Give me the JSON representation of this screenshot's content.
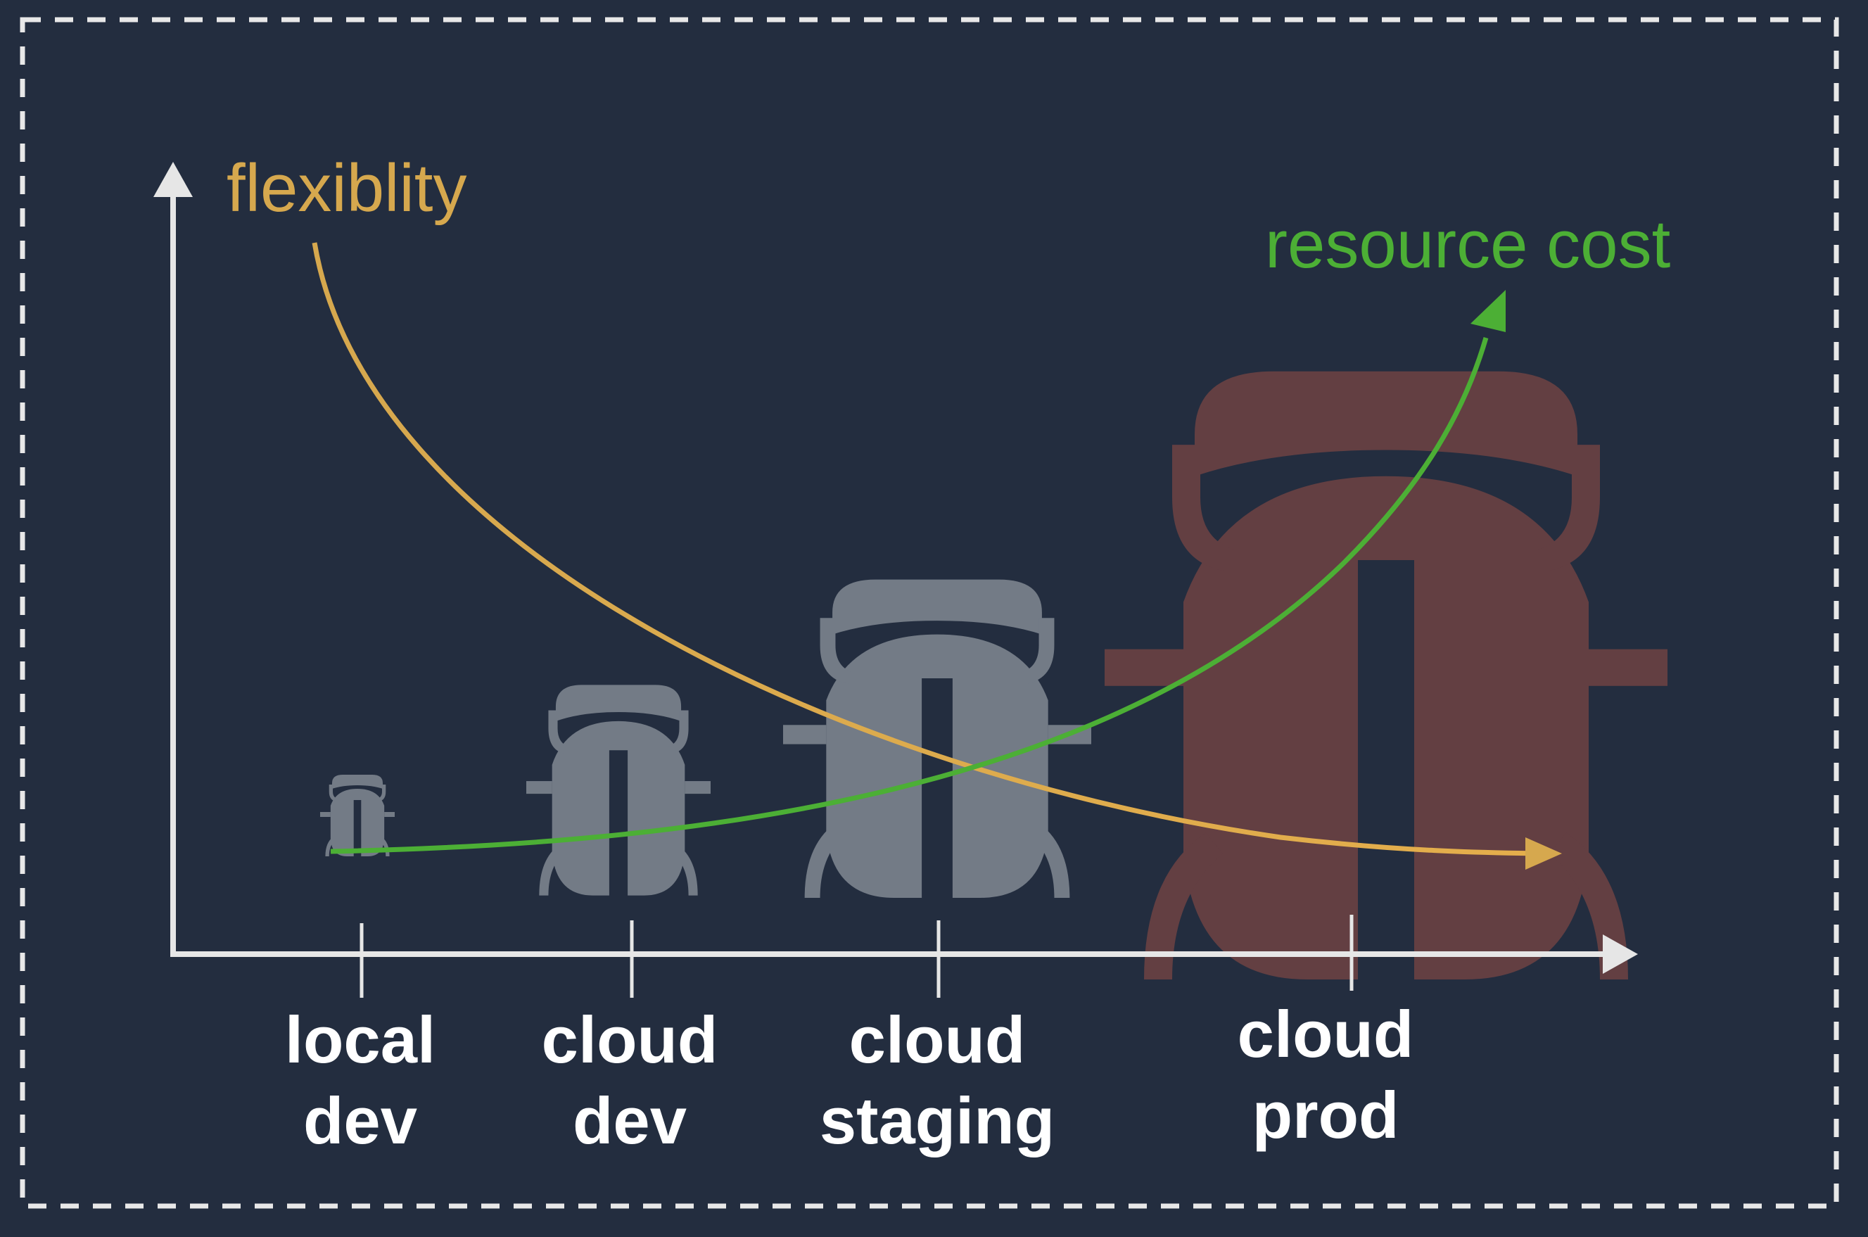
{
  "diagram": {
    "y_axis_curve_label": "flexiblity",
    "resource_curve_label": "resource cost",
    "stages": [
      {
        "line1": "local",
        "line2": "dev"
      },
      {
        "line1": "cloud",
        "line2": "dev"
      },
      {
        "line1": "cloud",
        "line2": "staging"
      },
      {
        "line1": "cloud",
        "line2": "prod"
      }
    ],
    "colors": {
      "background": "#232d3f",
      "frame": "#e8e8e8",
      "axis": "#e6e6e6",
      "flexibility": "#d6a84e",
      "resource_cost": "#4caf35",
      "bug_gray": "#737b86",
      "bug_prod": "#633f42",
      "labels": "#ffffff"
    },
    "icons": [
      "bug-icon-local-dev",
      "bug-icon-cloud-dev",
      "bug-icon-cloud-staging",
      "bug-icon-cloud-prod"
    ]
  }
}
